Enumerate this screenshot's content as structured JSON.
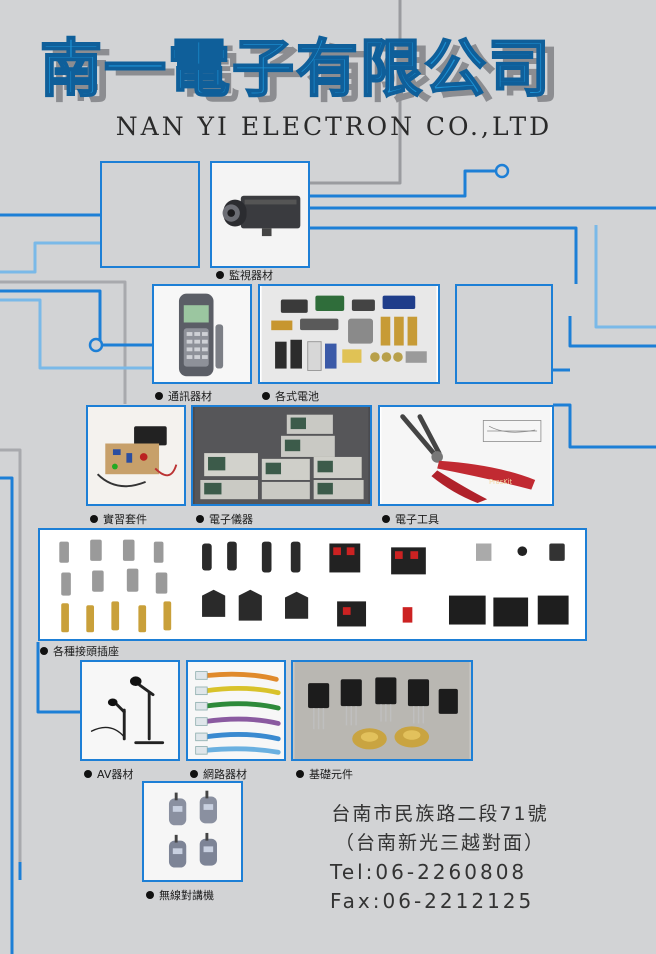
{
  "company": {
    "name_cn": "南一電子有限公司",
    "name_en": "NAN YI ELECTRON CO.,LTD"
  },
  "categories": [
    {
      "label": "監視器材"
    },
    {
      "label": "通訊器材"
    },
    {
      "label": "各式電池"
    },
    {
      "label": "實習套件"
    },
    {
      "label": "電子儀器"
    },
    {
      "label": "電子工具"
    },
    {
      "label": "各種接頭插座"
    },
    {
      "label": "AV器材"
    },
    {
      "label": "網路器材"
    },
    {
      "label": "基礎元件"
    },
    {
      "label": "無線對講機"
    }
  ],
  "tool_brand": "ProsKit",
  "contact": {
    "address": "台南市民族路二段71號",
    "landmark": "（台南新光三越對面）",
    "tel": "Tel:06-2260808",
    "fax": "Fax:06-2212125"
  },
  "colors": {
    "accent": "#1d93d6",
    "frame": "#1d7fd6",
    "background": "#d2d3d5"
  }
}
